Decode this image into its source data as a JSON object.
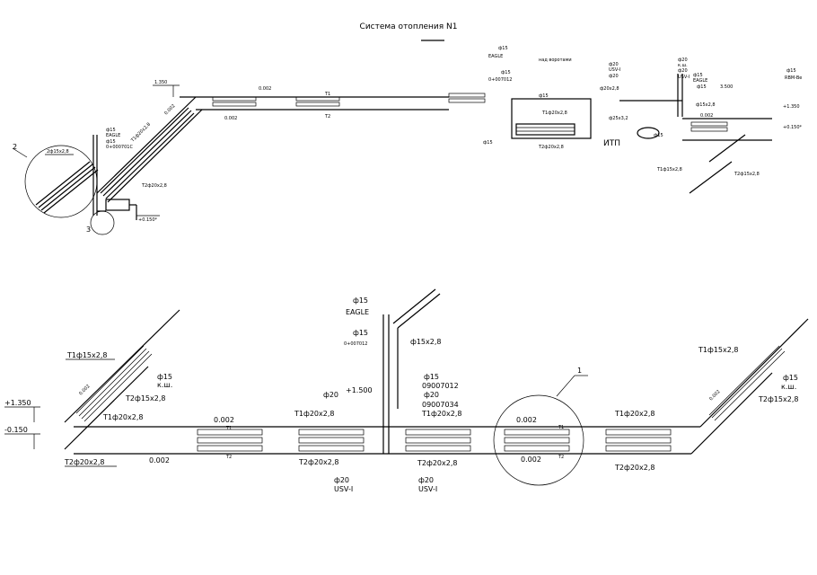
{
  "title": "Система отопления N1",
  "labels": {
    "phi15": "ф15",
    "phi20": "ф20",
    "eagle": "EAGLE",
    "valve_code": "0+007012",
    "valve_code2": "0+000701С",
    "over_gate": "над воротами",
    "phi20x2_8": "ф20х2,8",
    "t1_phi20": "Т1ф20х2,8",
    "t2_phi20": "Т2ф20х2,8",
    "t1_phi15": "Т1ф15х2,8",
    "t2_phi15": "Т2ф15х2,8",
    "phi15x2_8": "ф15х2,8",
    "two_phi15": "2ф15х2,8",
    "phi25": "ф25х3,2",
    "itp": "ИТП",
    "usv": "USV-I",
    "kw": "к.ш.",
    "rbm": "RBM-Be",
    "code1": "09007012",
    "code2": "09007034",
    "t1": "Т1",
    "t2": "Т2",
    "slope": "0.002",
    "lvl_1350": "1.350",
    "lvl_p1350": "+1.350",
    "lvl_m150": "-0.150*",
    "lvl_p150": "+0.150*",
    "lvl_m0150": "-0.150",
    "lvl_3500": "3.500",
    "lvl_1500": "+1.500",
    "call_1": "1",
    "call_2": "2",
    "call_3": "3"
  }
}
